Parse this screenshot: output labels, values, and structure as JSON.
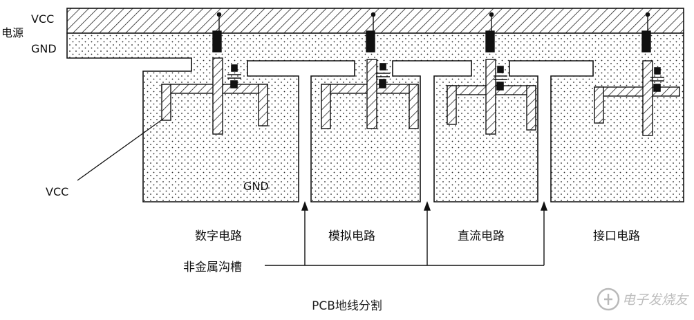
{
  "power_labels": {
    "vcc": "VCC",
    "power": "电源",
    "gnd": "GND"
  },
  "callouts": {
    "vcc": "VCC",
    "gnd": "GND",
    "trench": "非金属沟槽"
  },
  "regions": [
    "数字电路",
    "模拟电路",
    "直流电路",
    "接口电路"
  ],
  "caption": "PCB地线分割",
  "watermark": "电子发烧友"
}
